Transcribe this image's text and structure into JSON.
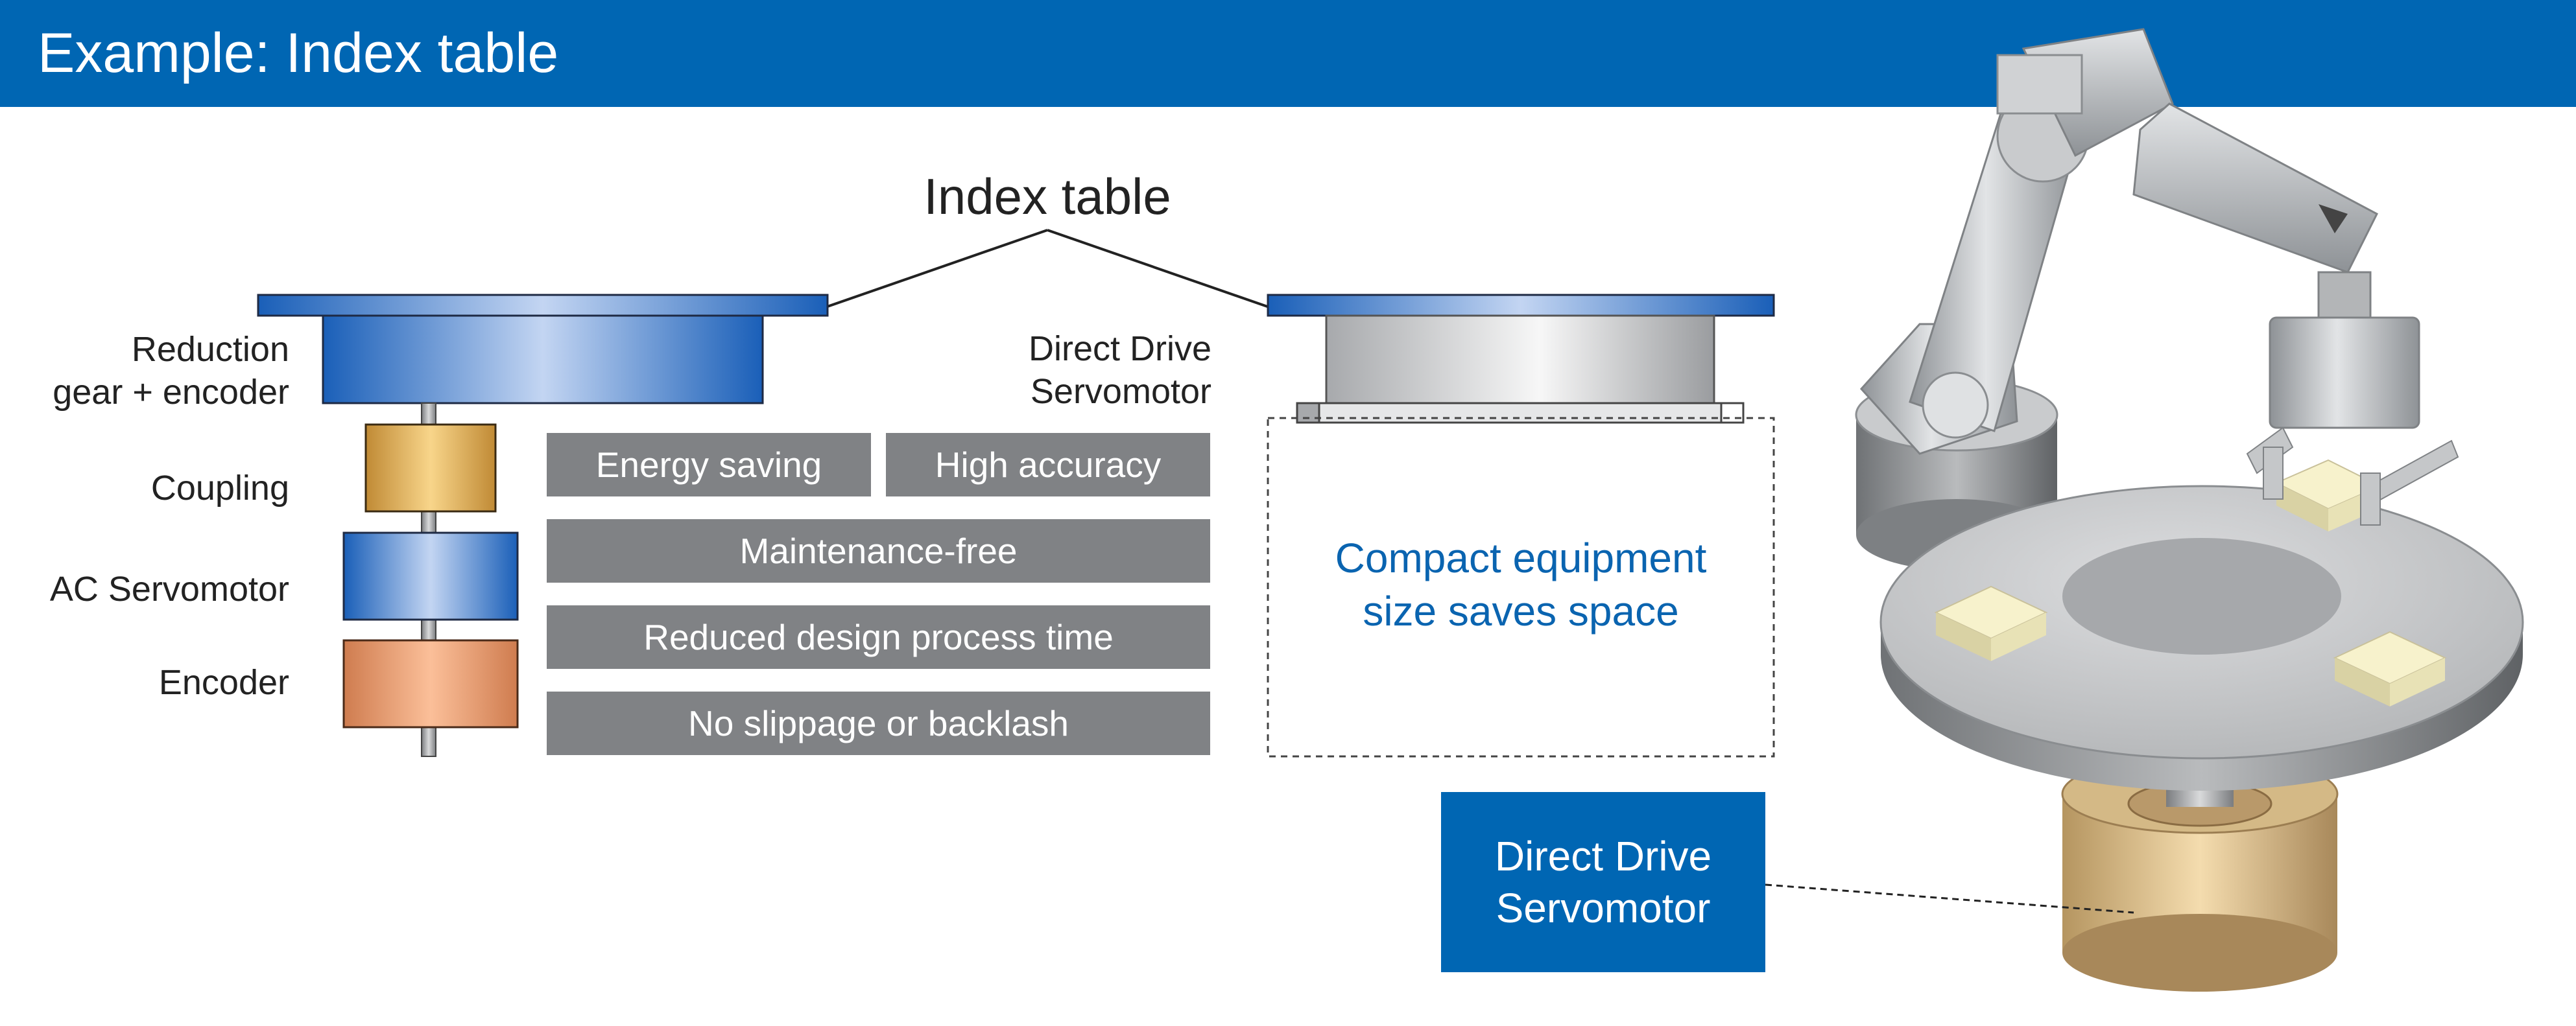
{
  "header": {
    "title": "Example: Index table"
  },
  "diagram": {
    "index_table_label": "Index table",
    "left_labels": {
      "reduction": "Reduction\ngear + encoder",
      "coupling": "Coupling",
      "ac_servomotor": "AC Servomotor",
      "encoder": "Encoder"
    },
    "direct_drive_label": "Direct Drive\nServomotor",
    "benefits": {
      "energy_saving": "Energy saving",
      "high_accuracy": "High accuracy",
      "maintenance_free": "Maintenance-free",
      "reduced_design": "Reduced design process time",
      "no_slippage": "No slippage or backlash"
    },
    "compact_text": "Compact equipment\nsize saves space",
    "callout_label": "Direct Drive\nServomotor"
  },
  "colors": {
    "header_blue": "#0066b3",
    "benefit_gray": "#808285",
    "compact_text_blue": "#0a64b0",
    "coupling_gold": "#d9a84e",
    "encoder_orange": "#e0956a",
    "motor_tan": "#d8bb8a"
  },
  "icons": [
    "index-table-disc-icon",
    "robot-arm-icon",
    "rotary-table-icon",
    "direct-drive-motor-icon"
  ]
}
